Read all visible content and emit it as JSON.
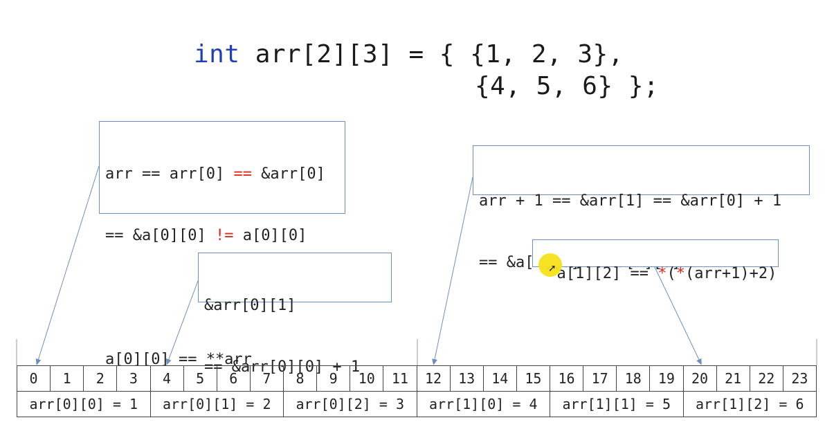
{
  "declaration": {
    "kw": "int",
    "line1_rest": " arr[2][3] = { {1, 2, 3},",
    "line2": "{4, 5, 6} };"
  },
  "box_left": {
    "l1_a": "arr == arr[0] ",
    "l1_op": "==",
    "l1_b": " &arr[0]",
    "l2_a": "== &a[0][0] ",
    "l2_op": "!=",
    "l2_b": " a[0][0]",
    "l3": "a[0][0] == **arr"
  },
  "box_mid": {
    "l1": "&arr[0][1]",
    "l2": "== &arr[0][0] + 1"
  },
  "box_right": {
    "l1": "arr + 1 == &arr[1] == &arr[0] + 1",
    "l2": "== &a[1][0] != a[1][0]"
  },
  "box_expr": {
    "a": "a[1][2] == ",
    "star1": "*",
    "b": "(",
    "star2": "*",
    "c": "(arr+1)+2)"
  },
  "memory": {
    "bytes": [
      "0",
      "1",
      "2",
      "3",
      "4",
      "5",
      "6",
      "7",
      "8",
      "9",
      "10",
      "11",
      "12",
      "13",
      "14",
      "15",
      "16",
      "17",
      "18",
      "19",
      "20",
      "21",
      "22",
      "23"
    ],
    "elements": [
      "arr[0][0] = 1",
      "arr[0][1] = 2",
      "arr[0][2] = 3",
      "arr[1][0] = 4",
      "arr[1][1] = 5",
      "arr[1][2] = 6"
    ]
  },
  "colors": {
    "box_border": "#6b8fbf",
    "keyword": "#1f3fbf",
    "operator_red": "#d92a1a",
    "highlight": "#f5e21a"
  }
}
